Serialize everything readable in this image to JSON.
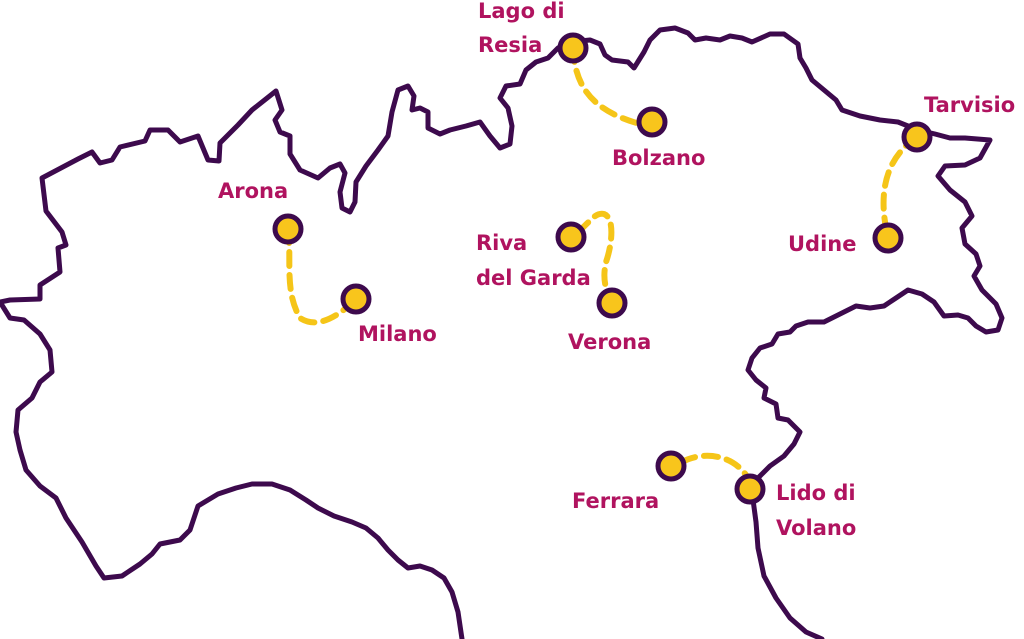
{
  "colors": {
    "border": "#3d0a4d",
    "route": "#f5c518",
    "dot_fill": "#f8c51c",
    "dot_stroke": "#3d0a4d",
    "label": "#b0135f",
    "background": "#ffffff"
  },
  "cities": {
    "lago_di_resia": {
      "line1": "Lago di",
      "line2": "Resia"
    },
    "bolzano": {
      "label": "Bolzano"
    },
    "tarvisio": {
      "label": "Tarvisio"
    },
    "udine": {
      "label": "Udine"
    },
    "arona": {
      "label": "Arona"
    },
    "milano": {
      "label": "Milano"
    },
    "riva_del_garda": {
      "line1": "Riva",
      "line2": "del Garda"
    },
    "verona": {
      "label": "Verona"
    },
    "ferrara": {
      "label": "Ferrara"
    },
    "lido_di_volano": {
      "line1": "Lido di",
      "line2": "Volano"
    }
  },
  "routes": [
    {
      "from": "Lago di Resia",
      "to": "Bolzano"
    },
    {
      "from": "Tarvisio",
      "to": "Udine"
    },
    {
      "from": "Arona",
      "to": "Milano"
    },
    {
      "from": "Riva del Garda",
      "to": "Verona"
    },
    {
      "from": "Ferrara",
      "to": "Lido di Volano"
    }
  ]
}
